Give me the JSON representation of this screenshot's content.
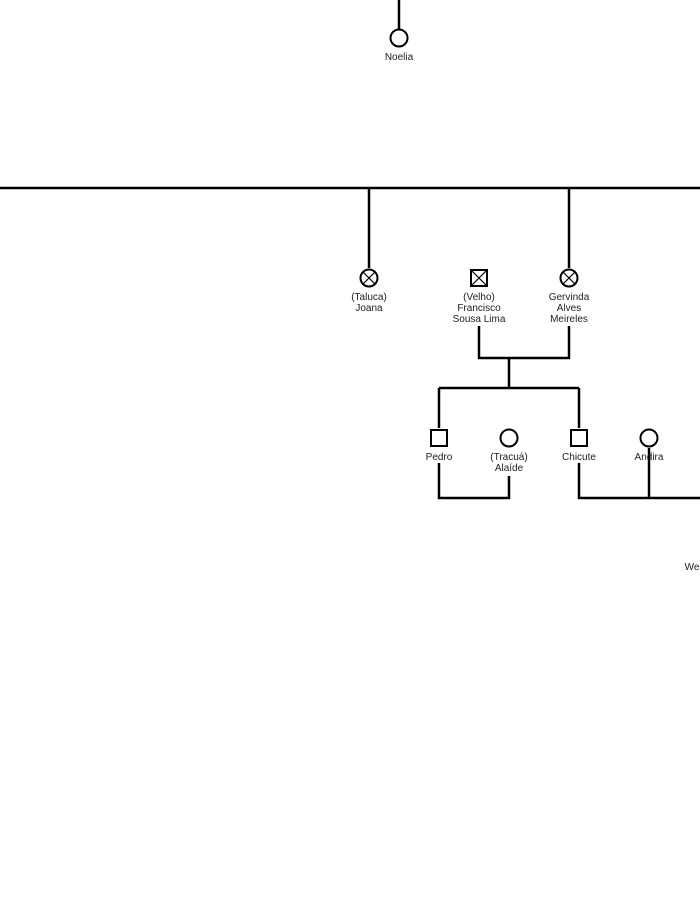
{
  "colors": {
    "line": "#000000",
    "background": "#ffffff",
    "text": "#222222"
  },
  "people": [
    {
      "id": "noelia",
      "symbol": "female-icon",
      "lines": [
        "Noelia"
      ]
    },
    {
      "id": "joana",
      "symbol": "female-deceased-icon",
      "lines": [
        "(Taluca)",
        "Joana"
      ]
    },
    {
      "id": "francisco",
      "symbol": "male-deceased-icon",
      "lines": [
        "(Velho)",
        "Francisco",
        "Sousa Lima"
      ]
    },
    {
      "id": "gervinda",
      "symbol": "female-deceased-icon",
      "lines": [
        "Gervinda",
        "Alves",
        "Meireles"
      ]
    },
    {
      "id": "pedro",
      "symbol": "male-icon",
      "lines": [
        "Pedro"
      ]
    },
    {
      "id": "alaide",
      "symbol": "female-icon",
      "lines": [
        "(Tracuá)",
        "Alaíde"
      ]
    },
    {
      "id": "chicute",
      "symbol": "male-icon",
      "lines": [
        "Chicute"
      ]
    },
    {
      "id": "andira",
      "symbol": "female-icon",
      "lines": [
        "Andira"
      ]
    },
    {
      "id": "we",
      "symbol": "none",
      "lines": [
        "We"
      ]
    }
  ]
}
